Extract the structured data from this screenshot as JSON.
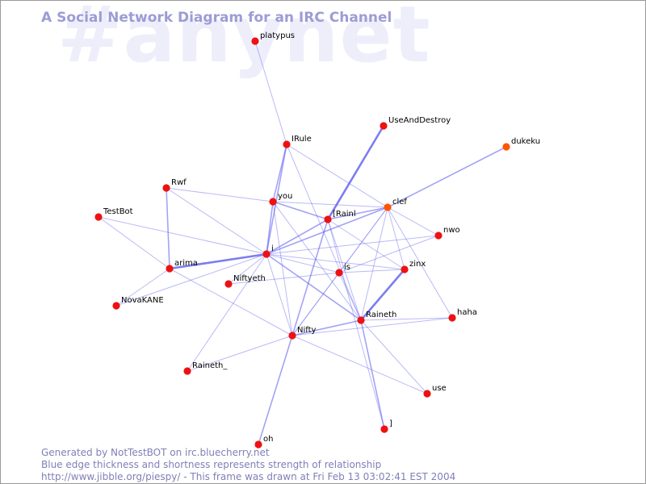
{
  "header": {
    "title": "A Social Network Diagram for an IRC Channel",
    "channel_watermark": "#anynet"
  },
  "colors": {
    "node": "#ee1111",
    "node_alt": "#ff5500",
    "edge": "#6666ee",
    "title": "#9c9cd6",
    "watermark": "#eeeefb",
    "footer": "#7f7fb8"
  },
  "graph": {
    "nodes": [
      {
        "id": "platypus",
        "label": "platypus"
      },
      {
        "id": "UseAndDestroy",
        "label": "UseAndDestroy"
      },
      {
        "id": "dukeku",
        "label": "dukeku"
      },
      {
        "id": "IRule",
        "label": "IRule"
      },
      {
        "id": "Rwf",
        "label": "Rwf"
      },
      {
        "id": "you",
        "label": "you"
      },
      {
        "id": "clef",
        "label": "clef"
      },
      {
        "id": "TestBot",
        "label": "TestBot"
      },
      {
        "id": "IRainl",
        "label": "[Rainl"
      },
      {
        "id": "nwo",
        "label": "nwo"
      },
      {
        "id": "i",
        "label": "i"
      },
      {
        "id": "zinx",
        "label": "zinx"
      },
      {
        "id": "arima",
        "label": "arima"
      },
      {
        "id": "is",
        "label": "is"
      },
      {
        "id": "Niftyeth",
        "label": "Niftyeth"
      },
      {
        "id": "NovaKANE",
        "label": "NovaKANE"
      },
      {
        "id": "Raineth",
        "label": "Raineth"
      },
      {
        "id": "haha",
        "label": "haha"
      },
      {
        "id": "Nifty",
        "label": "Nifty"
      },
      {
        "id": "Raineth_",
        "label": "Raineth_"
      },
      {
        "id": "use",
        "label": "use"
      },
      {
        "id": "bracket",
        "label": "]"
      },
      {
        "id": "oh",
        "label": "oh"
      }
    ],
    "edges": [
      {
        "source": "platypus",
        "target": "IRule",
        "weight": 1
      },
      {
        "source": "IRule",
        "target": "you",
        "weight": 2
      },
      {
        "source": "IRule",
        "target": "i",
        "weight": 2
      },
      {
        "source": "IRule",
        "target": "Raineth",
        "weight": 1
      },
      {
        "source": "IRule",
        "target": "clef",
        "weight": 1
      },
      {
        "source": "UseAndDestroy",
        "target": "IRainl",
        "weight": 3
      },
      {
        "source": "IRainl",
        "target": "you",
        "weight": 2
      },
      {
        "source": "IRainl",
        "target": "i",
        "weight": 2
      },
      {
        "source": "IRainl",
        "target": "clef",
        "weight": 2
      },
      {
        "source": "IRainl",
        "target": "Raineth",
        "weight": 1
      },
      {
        "source": "IRainl",
        "target": "Nifty",
        "weight": 2
      },
      {
        "source": "IRainl",
        "target": "zinx",
        "weight": 1
      },
      {
        "source": "IRainl",
        "target": "bracket",
        "weight": 1
      },
      {
        "source": "dukeku",
        "target": "clef",
        "weight": 2
      },
      {
        "source": "Rwf",
        "target": "you",
        "weight": 1
      },
      {
        "source": "Rwf",
        "target": "arima",
        "weight": 2
      },
      {
        "source": "Rwf",
        "target": "i",
        "weight": 1
      },
      {
        "source": "you",
        "target": "clef",
        "weight": 1
      },
      {
        "source": "you",
        "target": "i",
        "weight": 2
      },
      {
        "source": "you",
        "target": "Raineth",
        "weight": 1
      },
      {
        "source": "you",
        "target": "Nifty",
        "weight": 1
      },
      {
        "source": "clef",
        "target": "i",
        "weight": 2
      },
      {
        "source": "clef",
        "target": "nwo",
        "weight": 1
      },
      {
        "source": "clef",
        "target": "zinx",
        "weight": 1
      },
      {
        "source": "clef",
        "target": "is",
        "weight": 1
      },
      {
        "source": "clef",
        "target": "Raineth",
        "weight": 1
      },
      {
        "source": "clef",
        "target": "haha",
        "weight": 1
      },
      {
        "source": "clef",
        "target": "Nifty",
        "weight": 1
      },
      {
        "source": "TestBot",
        "target": "i",
        "weight": 1
      },
      {
        "source": "TestBot",
        "target": "arima",
        "weight": 1
      },
      {
        "source": "i",
        "target": "arima",
        "weight": 3
      },
      {
        "source": "i",
        "target": "nwo",
        "weight": 1
      },
      {
        "source": "i",
        "target": "zinx",
        "weight": 1
      },
      {
        "source": "i",
        "target": "is",
        "weight": 1
      },
      {
        "source": "i",
        "target": "Raineth",
        "weight": 2
      },
      {
        "source": "i",
        "target": "Nifty",
        "weight": 1
      },
      {
        "source": "i",
        "target": "Niftyeth",
        "weight": 1
      },
      {
        "source": "i",
        "target": "NovaKANE",
        "weight": 1
      },
      {
        "source": "i",
        "target": "Raineth_",
        "weight": 1
      },
      {
        "source": "arima",
        "target": "NovaKANE",
        "weight": 1
      },
      {
        "source": "arima",
        "target": "Nifty",
        "weight": 1
      },
      {
        "source": "nwo",
        "target": "is",
        "weight": 1
      },
      {
        "source": "zinx",
        "target": "Raineth",
        "weight": 3
      },
      {
        "source": "zinx",
        "target": "is",
        "weight": 1
      },
      {
        "source": "is",
        "target": "Niftyeth",
        "weight": 1
      },
      {
        "source": "is",
        "target": "Nifty",
        "weight": 1
      },
      {
        "source": "is",
        "target": "Raineth",
        "weight": 1
      },
      {
        "source": "Raineth",
        "target": "Nifty",
        "weight": 2
      },
      {
        "source": "Raineth",
        "target": "haha",
        "weight": 1
      },
      {
        "source": "Raineth",
        "target": "use",
        "weight": 1
      },
      {
        "source": "Raineth",
        "target": "bracket",
        "weight": 2
      },
      {
        "source": "Nifty",
        "target": "haha",
        "weight": 1
      },
      {
        "source": "Nifty",
        "target": "Raineth_",
        "weight": 1
      },
      {
        "source": "Nifty",
        "target": "oh",
        "weight": 2
      },
      {
        "source": "Nifty",
        "target": "use",
        "weight": 1
      }
    ]
  },
  "footer": {
    "line1": "Generated by NotTestBOT on irc.bluecherry.net",
    "line2": "Blue edge thickness and shortness represents strength of relationship",
    "line3": "http://www.jibble.org/piespy/ - This frame was drawn at Fri Feb 13 03:02:41 EST 2004"
  }
}
